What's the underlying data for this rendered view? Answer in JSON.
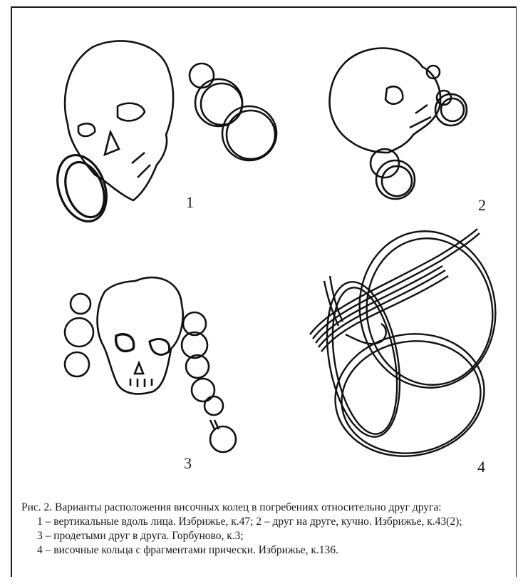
{
  "figure": {
    "panel_numbers": [
      "1",
      "2",
      "3",
      "4"
    ]
  },
  "caption": {
    "lines": [
      "Рис. 2. Варианты расположения височных колец в погребениях относительно друг друга:",
      "1 – вертикальные вдоль лица. Избрижье, к.47; 2 – друг на друге, кучно. Избрижье, к.43(2);",
      "3 – продетыми друг в друга. Горбуново, к.3;",
      "4 – височные кольца с фрагментами прически. Избрижье, к.136."
    ]
  }
}
